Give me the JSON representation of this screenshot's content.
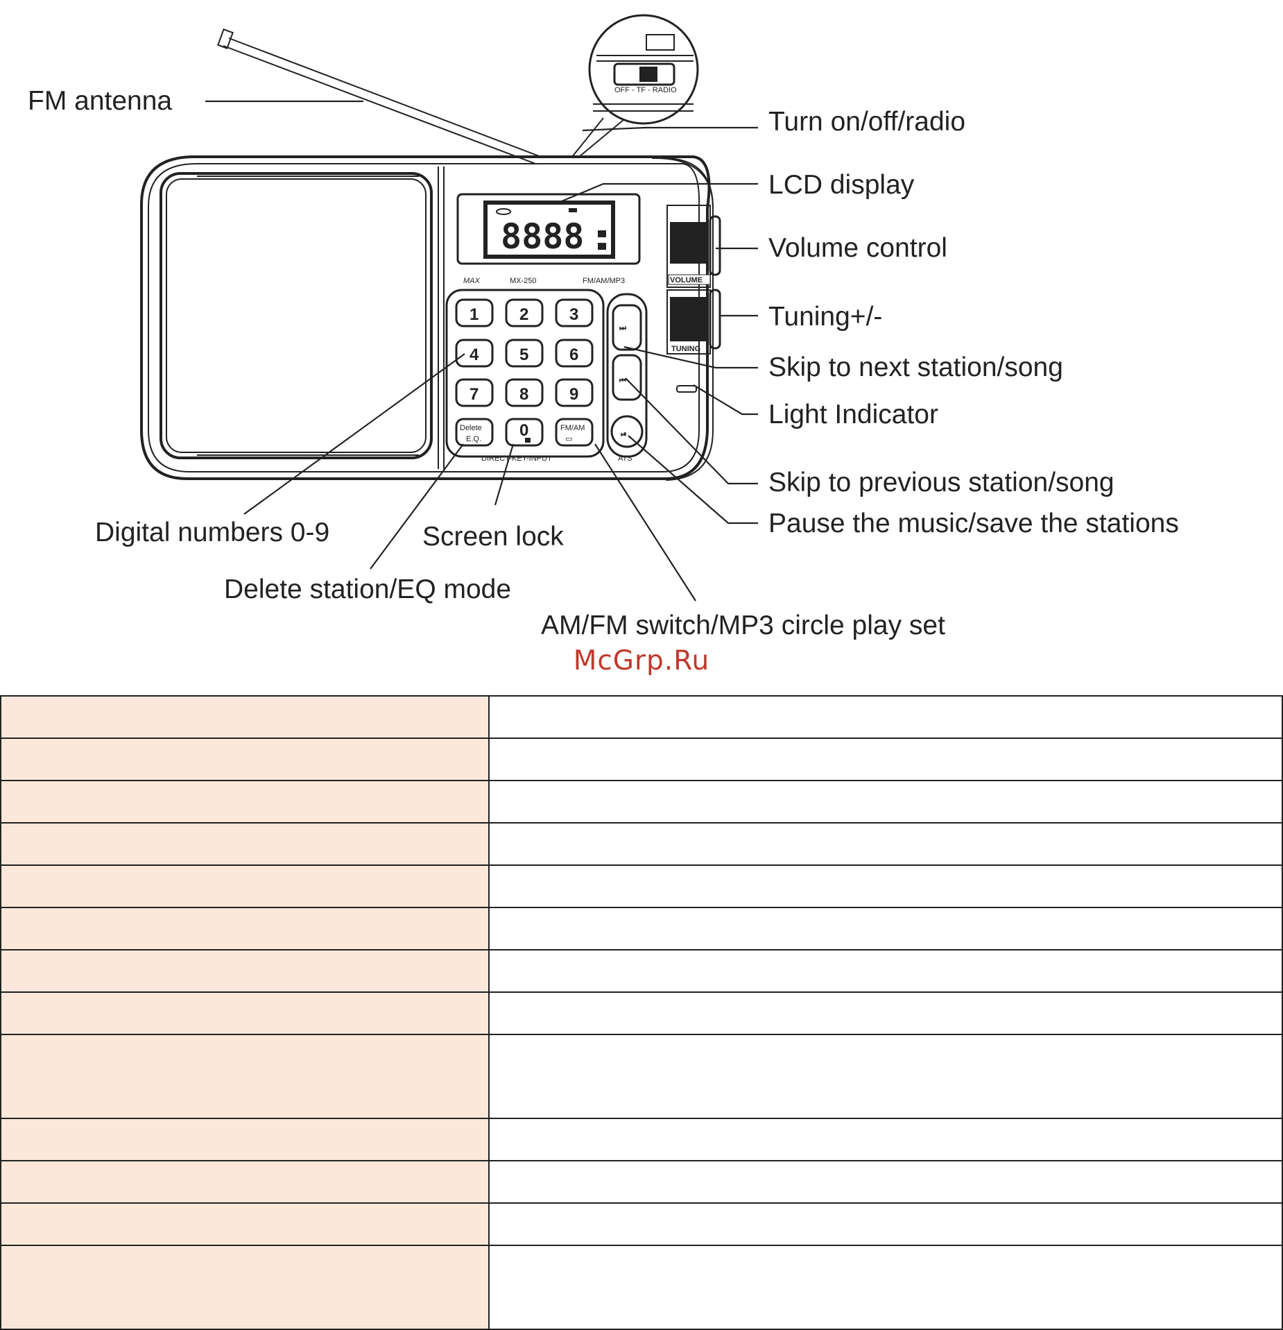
{
  "diagram": {
    "labels": {
      "fm_antenna": "FM antenna",
      "power_switch": "Turn on/off/radio",
      "lcd_display": "LCD display",
      "volume_control": "Volume control",
      "tuning": "Tuning+/-",
      "skip_next": "Skip to next station/song",
      "light_indicator": "Light Indicator",
      "skip_previous": "Skip to previous station/song",
      "pause_save": "Pause the music/save the stations",
      "digital_numbers": "Digital numbers 0-9",
      "screen_lock": "Screen lock",
      "delete_eq": "Delete station/EQ mode",
      "am_fm_switch": "AM/FM switch/MP3 circle play set"
    },
    "device": {
      "brand": "MAX",
      "model": "MX-250",
      "modes": "FM/AM/MP3",
      "switch_text": "OFF - TF - RADIO",
      "lcd_digits": "8888",
      "volume_label": "VOLUME",
      "tuning_label": "TUNING",
      "keypad_caption": "DIRECT-KEY-INPUT",
      "ats_label": "ATS",
      "keys": [
        "1",
        "2",
        "3",
        "4",
        "5",
        "6",
        "7",
        "8",
        "9"
      ],
      "delete_key": [
        "Delete",
        "E.Q."
      ],
      "zero_key": "0",
      "fm_am_key": "FM/AM"
    }
  },
  "watermark": "McGrp.Ru",
  "table": {
    "rows": 13
  }
}
